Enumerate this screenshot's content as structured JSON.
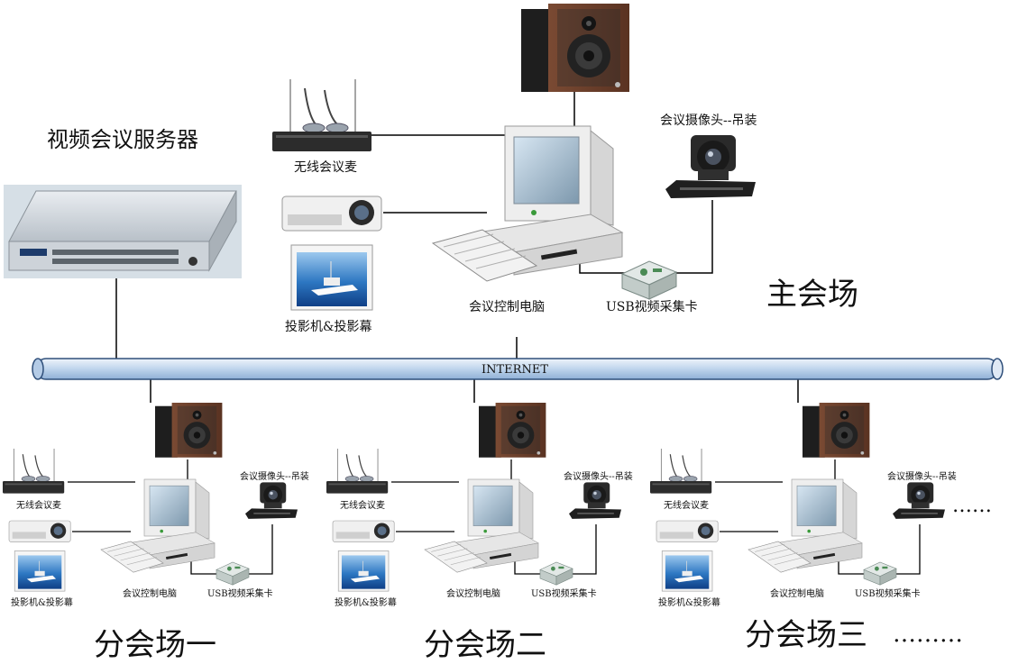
{
  "server": {
    "title": "视频会议服务器"
  },
  "main_venue": {
    "name": "主会场",
    "mic": "无线会议麦",
    "projector": "投影机&投影幕",
    "computer": "会议控制电脑",
    "camera": "会议摄像头--吊装",
    "capture": "USB视频采集卡"
  },
  "internet_label": "INTERNET",
  "branches": [
    {
      "name": "分会场一",
      "mic": "无线会议麦",
      "projector": "投影机&投影幕",
      "computer": "会议控制电脑",
      "camera": "会议摄像头--吊装",
      "capture": "USB视频采集卡"
    },
    {
      "name": "分会场二",
      "mic": "无线会议麦",
      "projector": "投影机&投影幕",
      "computer": "会议控制电脑",
      "camera": "会议摄像头--吊装",
      "capture": "USB视频采集卡"
    },
    {
      "name": "分会场三",
      "mic": "无线会议麦",
      "projector": "投影机&投影幕",
      "computer": "会议控制电脑",
      "camera": "会议摄像头--吊装",
      "capture": "USB视频采集卡"
    }
  ],
  "ellipsis_right": "……",
  "ellipsis_bottom": "………"
}
